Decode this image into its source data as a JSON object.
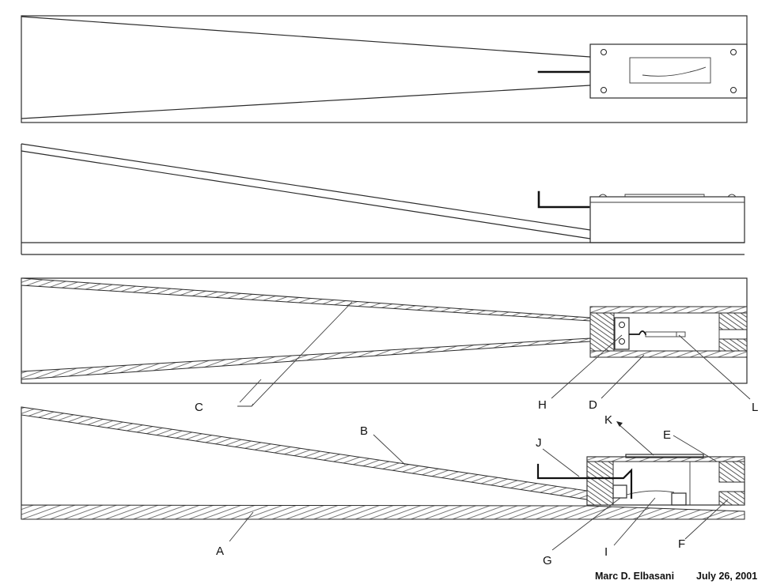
{
  "labels": {
    "A": "A",
    "B": "B",
    "C": "C",
    "D": "D",
    "E": "E",
    "F": "F",
    "G": "G",
    "H": "H",
    "I": "I",
    "J": "J",
    "K": "K",
    "L": "L"
  },
  "credit": {
    "author": "Marc D. Elbasani",
    "date": "July 26, 2001"
  },
  "colors": {
    "ink": "#2b2b2b",
    "paper": "#ffffff"
  }
}
